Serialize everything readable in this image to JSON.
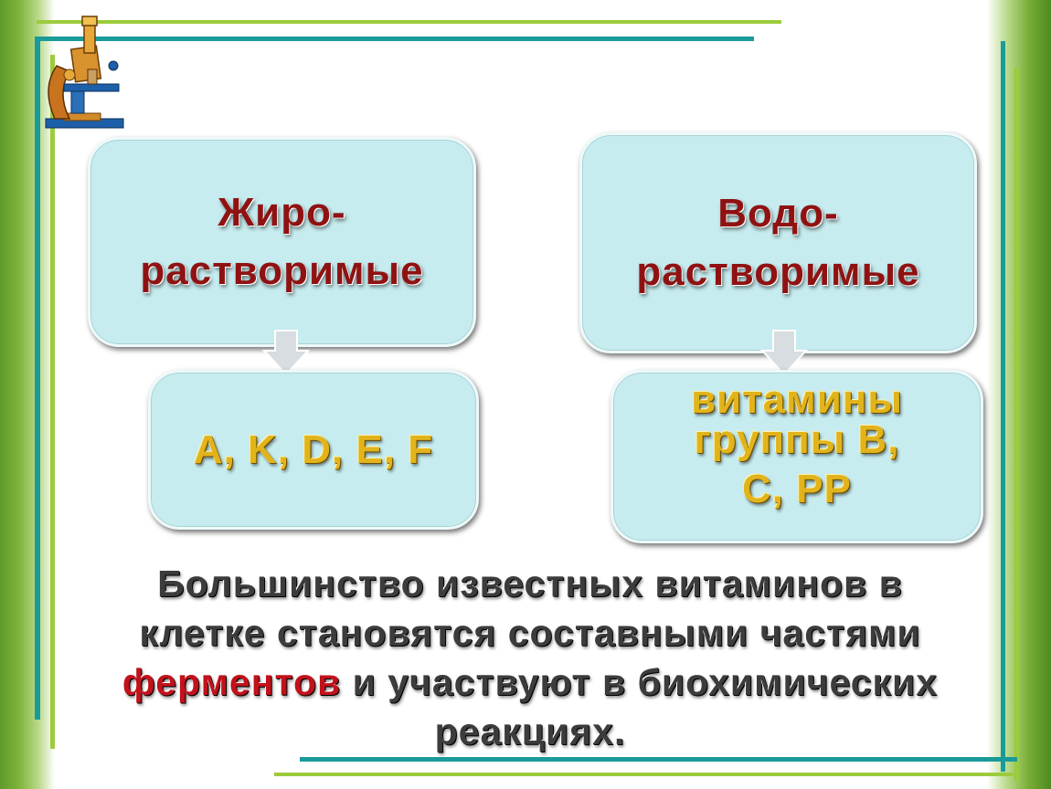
{
  "left_box": {
    "title_line1": "Жиро-",
    "title_line2": "растворимые",
    "vitamins": "A, K, D, E, F"
  },
  "right_box": {
    "title_line1": "Водо-",
    "title_line2": "растворимые",
    "vitamins_line1": "витамины",
    "vitamins_line2": "группы В,",
    "vitamins_line3": "С, РР"
  },
  "caption": {
    "line1": "Большинство известных витаминов в",
    "line2": "клетке становятся составными частями",
    "highlight": "ферментов",
    "line3_rest": " и участвуют в биохимических",
    "line4": "реакциях."
  },
  "colors": {
    "box_fill": "#c6ecef",
    "header_text": "#8f1212",
    "vitamin_text": "#e2b41c",
    "highlight_text": "#c1121c",
    "border_green": "#7fb43c",
    "line_teal": "#1b9a9a"
  },
  "icons": [
    "microscope-icon",
    "arrow-down-icon"
  ]
}
